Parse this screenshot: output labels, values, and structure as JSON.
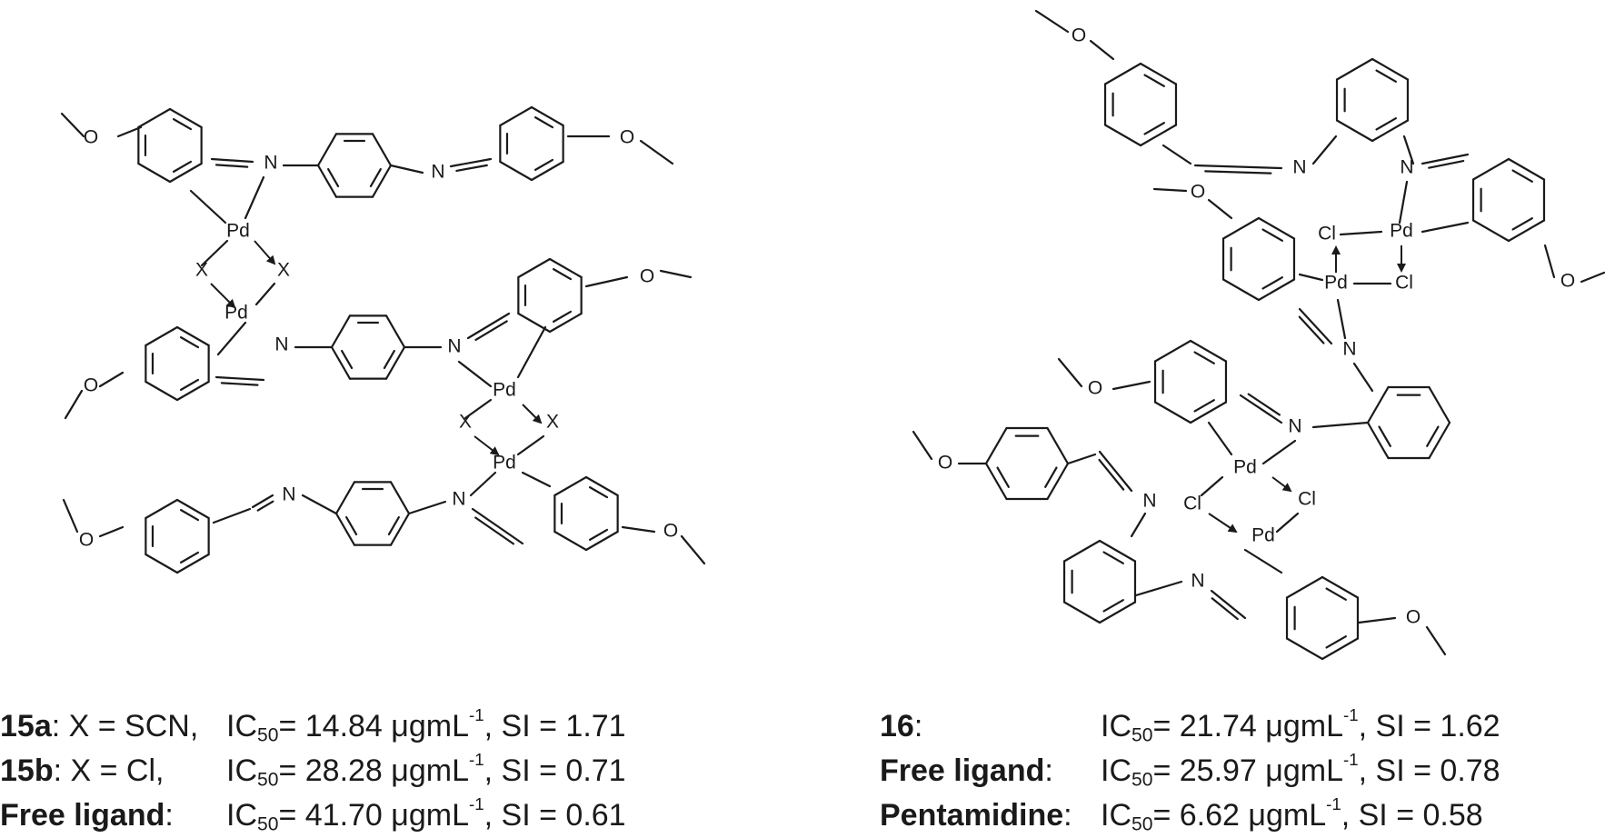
{
  "atoms": {
    "N": "N",
    "Pd": "Pd",
    "X": "X",
    "Cl": "Cl",
    "O": "O"
  },
  "left_legend": [
    {
      "label": "15a",
      "sep": ": X = SCN,",
      "ic_prefix": "IC",
      "ic_sub": "50",
      "ic_value": "= 14.84 μgmL",
      "ic_sup": "-1",
      "si": ", SI = 1.71"
    },
    {
      "label": "15b",
      "sep": ": X = Cl,",
      "ic_prefix": "IC",
      "ic_sub": "50",
      "ic_value": "= 28.28 μgmL",
      "ic_sup": "-1",
      "si": ", SI = 0.71"
    },
    {
      "label": "Free ligand",
      "sep": ":",
      "ic_prefix": "IC",
      "ic_sub": "50",
      "ic_value": "= 41.70 μgmL",
      "ic_sup": "-1",
      "si": ", SI = 0.61"
    }
  ],
  "right_legend": [
    {
      "label": "16",
      "sep": ":",
      "ic_prefix": "IC",
      "ic_sub": "50",
      "ic_value": "= 21.74 μgmL",
      "ic_sup": "-1",
      "si": ", SI = 1.62"
    },
    {
      "label": "Free ligand",
      "sep": ":",
      "ic_prefix": "IC",
      "ic_sub": "50",
      "ic_value": "= 25.97 μgmL",
      "ic_sup": "-1",
      "si": ", SI = 0.78"
    },
    {
      "label": "Pentamidine",
      "sep": ":",
      "ic_prefix": "IC",
      "ic_sub": "50",
      "ic_value": "=   6.62 μgmL",
      "ic_sup": "-1",
      "si": ", SI = 0.58"
    }
  ]
}
